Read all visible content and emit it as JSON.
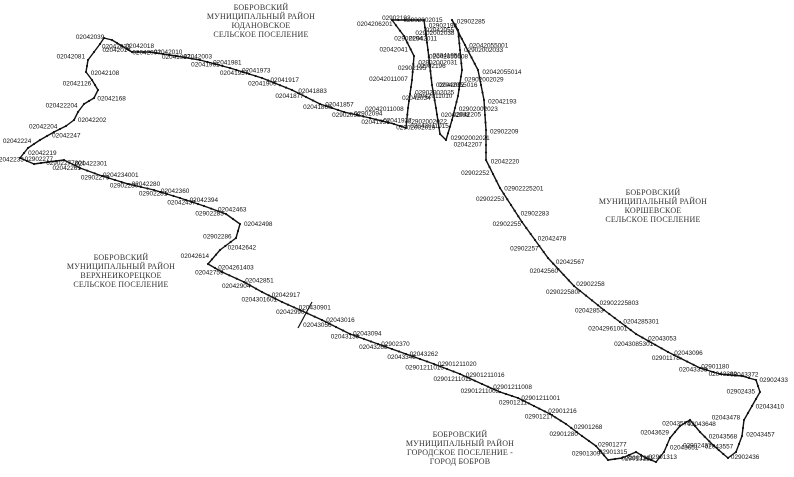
{
  "regions": [
    {
      "id": "yudanovskoe",
      "lines": [
        "БОБРОВСКИЙ",
        "МУНИЦИПАЛЬНЫЙ РАЙОН",
        "ЮДАНОВСКОЕ",
        "СЕЛЬСКОЕ ПОСЕЛЕНИЕ"
      ]
    },
    {
      "id": "korshevskoe",
      "lines": [
        "БОБРОВСКИЙ",
        "МУНИЦИПАЛЬНЫЙ РАЙОН",
        "КОРШЕВСКОЕ",
        "СЕЛЬСКОЕ ПОСЕЛЕНИЕ"
      ]
    },
    {
      "id": "verkhneikoretskoe",
      "lines": [
        "БОБРОВСКИЙ",
        "МУНИЦИПАЛЬНЫЙ РАЙОН",
        "ВЕРХНЕИКОРЕЦКОЕ",
        "СЕЛЬСКОЕ ПОСЕЛЕНИЕ"
      ]
    },
    {
      "id": "gorodskoe",
      "lines": [
        "БОБРОВСКИЙ",
        "МУНИЦИПАЛЬНЫЙ РАЙОН",
        "ГОРОДСКОЕ ПОСЕЛЕНИЕ -",
        "ГОРОД БОБРОВ"
      ]
    }
  ],
  "point_labels": [
    "02902002015",
    "02902192",
    "02902193",
    "02902194",
    "02041959",
    "02902195",
    "02042062",
    "02042034",
    "02042093",
    "02902002019",
    "02902002021",
    "02902002022",
    "02902002023",
    "02902002025",
    "02902002029",
    "02902002031",
    "02902002033",
    "02902002038",
    "02902285",
    "02042055",
    "02042055001",
    "02042055008",
    "02042055014",
    "02042055016",
    "02042193",
    "02042205",
    "02902209",
    "02042207",
    "02042220",
    "02902252",
    "02902225201",
    "02902253",
    "02902283",
    "02902255",
    "02042478",
    "02902257",
    "02042567",
    "02042560",
    "02902258",
    "029022580I",
    "02902225803",
    "02042853",
    "0204285301",
    "02042961001",
    "02043053",
    "02043085301",
    "02043096",
    "02901178",
    "02901180",
    "02043338",
    "02043372",
    "02043389",
    "02902433",
    "02902435",
    "02043410",
    "02043478",
    "02043457",
    "02043557",
    "02902436",
    "02902437",
    "02043568",
    "02043574",
    "02043648",
    "02043629",
    "02043651",
    "02901281",
    "02901313",
    "02901315",
    "02901312",
    "02901309",
    "02901277",
    "02901280",
    "02901268",
    "02901217",
    "02901216",
    "02901211",
    "02901211001",
    "02901211003",
    "02901211008",
    "02901211011",
    "02901211016",
    "02901211015",
    "02901211020",
    "02043348",
    "02043262",
    "02043263",
    "02902370",
    "02043130",
    "02043094",
    "02043056",
    "02043016",
    "02042990",
    "020430901",
    "0204301601",
    "02042917",
    "02042904",
    "02042851",
    "02042759",
    "0204261403",
    "02042614",
    "02042642",
    "02902286",
    "02042498",
    "02902283",
    "02042463",
    "02042437",
    "02042394",
    "02902281",
    "02042360",
    "02902280",
    "02042280",
    "02902279",
    "0204234001",
    "02042261",
    "020422301",
    "02902277",
    "02902277801",
    "02042233",
    "02042219",
    "02042224",
    "02042247",
    "02042204",
    "02042202",
    "020422204",
    "02042168",
    "02042126",
    "02042108",
    "02042081",
    "02042033",
    "02042039",
    "02042018",
    "02042014",
    "02042010",
    "02042007",
    "02042003",
    "02041987",
    "02041981",
    "02041961",
    "02041973",
    "02041957",
    "02041917",
    "02041909",
    "02041883",
    "02041877",
    "02041857",
    "02041860",
    "02902094",
    "02902095",
    "02041927",
    "02041956",
    "02042011015",
    "02042011008",
    "02042011010",
    "02042011007",
    "02902196",
    "02042041",
    "02042011",
    "0204206201"
  ]
}
